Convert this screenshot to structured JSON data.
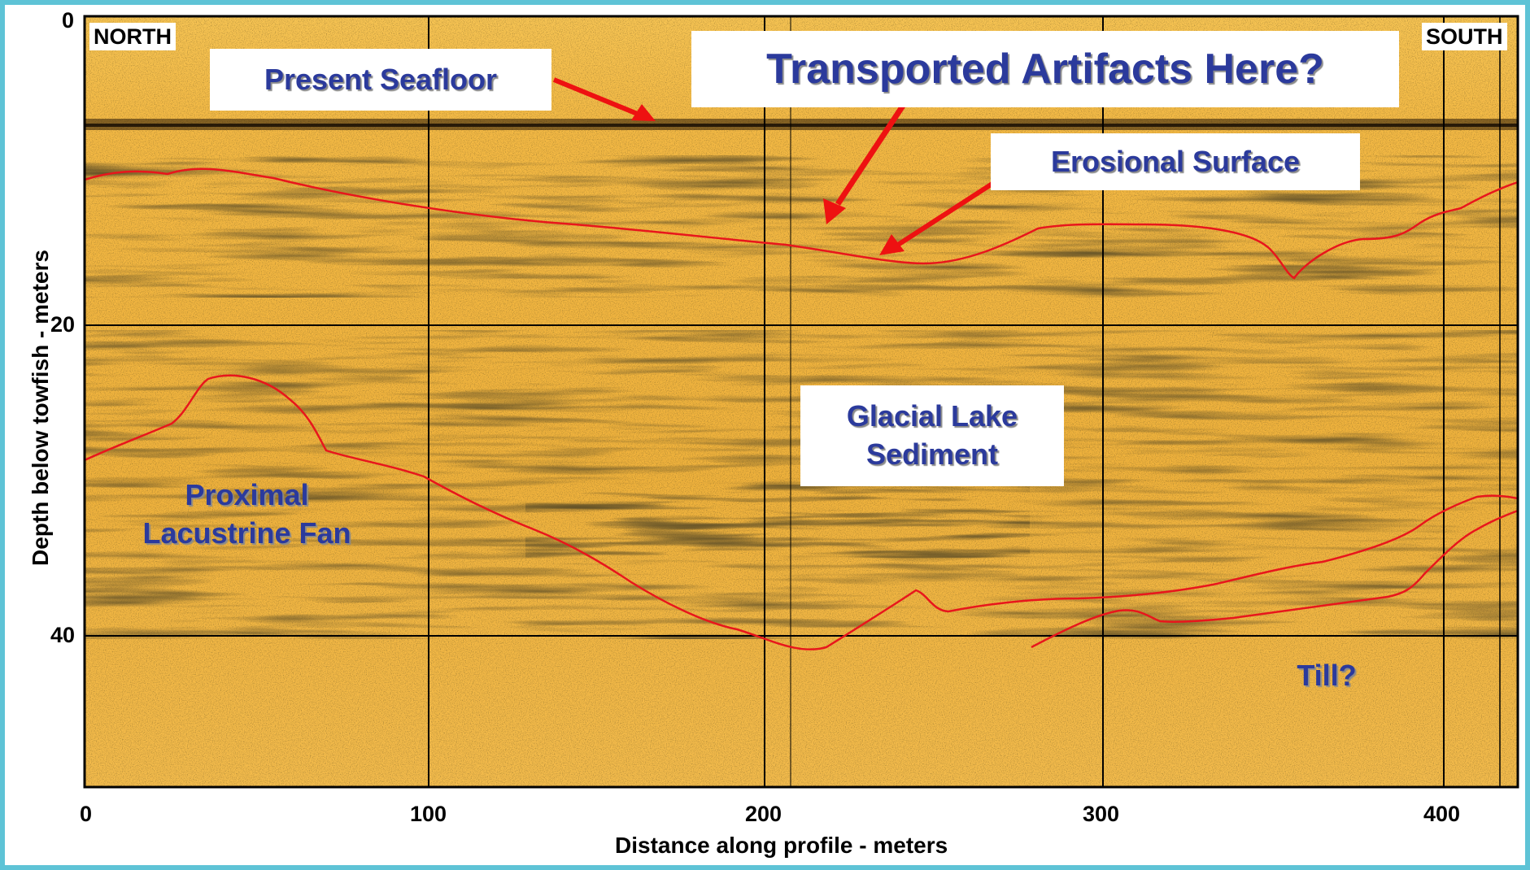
{
  "diagram": {
    "corner_left": "NORTH",
    "corner_right": "SOUTH",
    "labels": {
      "present_seafloor": "Present Seafloor",
      "transported_artifacts": "Transported Artifacts Here?",
      "erosional_surface": "Erosional Surface",
      "glacial_lake_line1": "Glacial Lake",
      "glacial_lake_line2": "Sediment",
      "proximal_line1": "Proximal",
      "proximal_line2": "Lacustrine Fan",
      "till": "Till?"
    },
    "x_axis": {
      "title": "Distance along profile - meters",
      "ticks": [
        "0",
        "100",
        "200",
        "300",
        "400"
      ],
      "range": [
        0,
        425
      ]
    },
    "y_axis": {
      "title": "Depth below towfish - meters",
      "ticks": [
        "0",
        "20",
        "40"
      ],
      "range": [
        0,
        50
      ]
    },
    "colors": {
      "sediment": "#f2b43c",
      "horizon": "#e8161c",
      "arrow": "#ee1111",
      "label_text": "#2b3a9c",
      "grid": "#000000",
      "frame": "#5ec3d6"
    }
  }
}
